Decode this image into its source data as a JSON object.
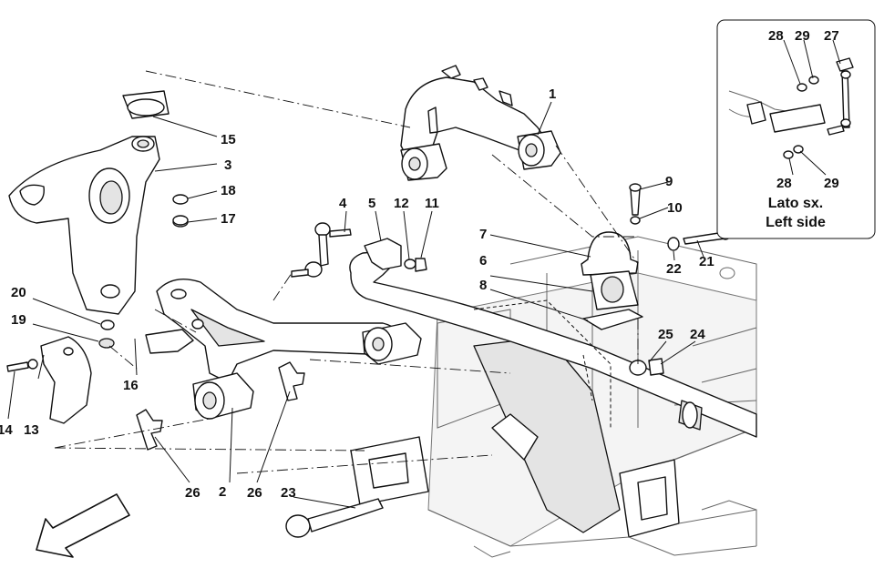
{
  "callouts": {
    "c1": "1",
    "c2": "2",
    "c3": "3",
    "c4": "4",
    "c5": "5",
    "c6": "6",
    "c7": "7",
    "c8": "8",
    "c9": "9",
    "c10": "10",
    "c11": "11",
    "c12": "12",
    "c13": "13",
    "c14": "14",
    "c15": "15",
    "c16": "16",
    "c17": "17",
    "c18": "18",
    "c19": "19",
    "c20": "20",
    "c21": "21",
    "c22": "22",
    "c23": "23",
    "c24": "24",
    "c25": "25",
    "c26a": "26",
    "c26b": "26"
  },
  "inset": {
    "title_line1": "Lato sx.",
    "title_line2": "Left side",
    "callouts": {
      "i27": "27",
      "i28a": "28",
      "i28b": "28",
      "i29a": "29",
      "i29b": "29"
    }
  },
  "icons": {
    "direction_arrow": "arrow-down-left-icon"
  }
}
